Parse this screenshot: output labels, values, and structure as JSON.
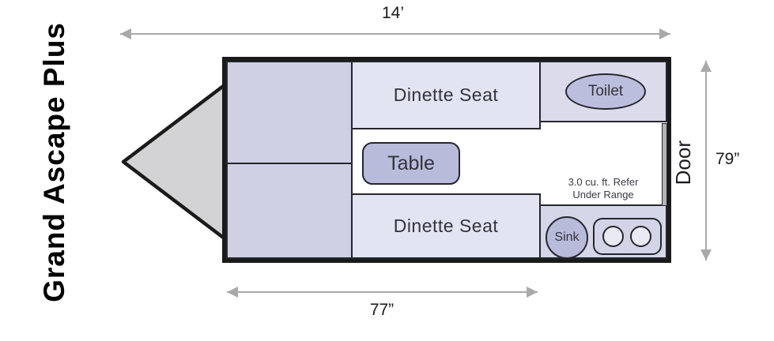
{
  "title": "Grand Ascape Plus",
  "dimensions": {
    "total_length": "14’",
    "body_height": "79”",
    "interior_length": "77”"
  },
  "rooms": {
    "dinette_top": "Dinette Seat",
    "dinette_bottom": "Dinette Seat",
    "toilet": "Toilet",
    "table": "Table",
    "sink": "Sink",
    "door": "Door",
    "refer_line1": "3.0 cu. ft. Refer",
    "refer_line2": "Under Range"
  },
  "colors": {
    "wall": "#1a1a1a",
    "bed_fill": "#cfd0e3",
    "dinette_fill": "#e3e4f1",
    "toilet_room_fill": "#dbdbec",
    "toilet_fill": "#bcbedd",
    "table_fill": "#b9bbdb",
    "counter_fill": "#d5d6e7",
    "range_fill": "#d3d4e6",
    "burner_fill": "#eaeaf4",
    "door_fill": "#b4b4b8",
    "hitch_fill": "#d3d3d5",
    "arrow": "#a9a9a9"
  }
}
